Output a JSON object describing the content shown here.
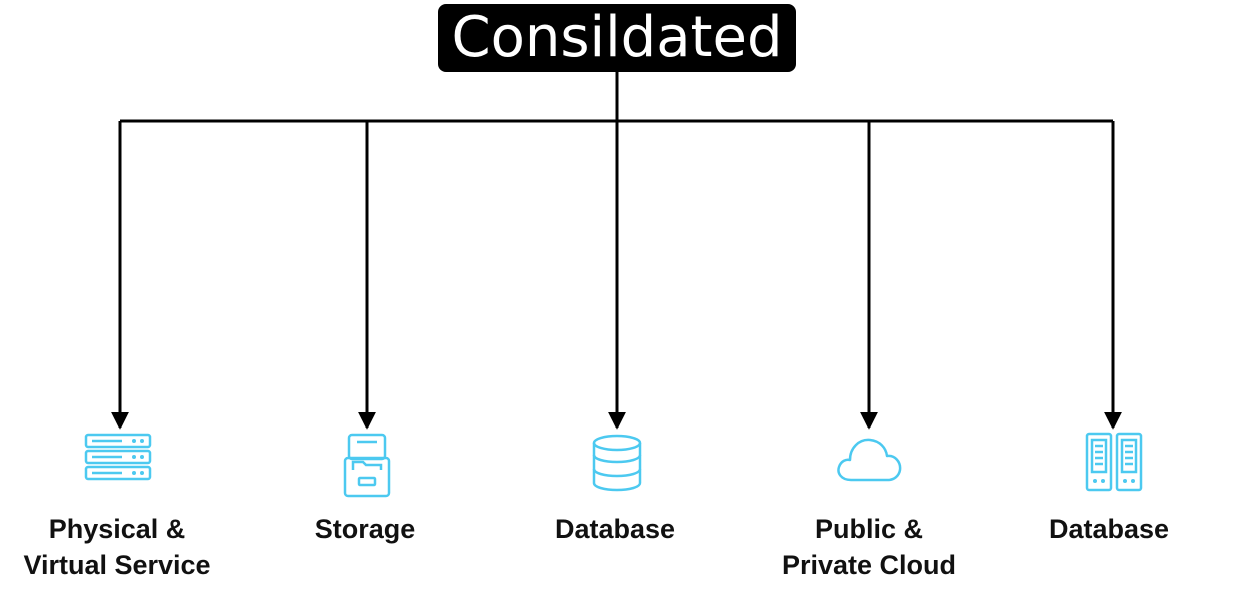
{
  "root": {
    "title": "Consildated"
  },
  "nodes": [
    {
      "icon": "server-rack-icon",
      "label_lines": [
        "Physical &",
        "Virtual Service"
      ]
    },
    {
      "icon": "storage-cabinet-icon",
      "label_lines": [
        "Storage"
      ]
    },
    {
      "icon": "database-icon",
      "label_lines": [
        "Database"
      ]
    },
    {
      "icon": "cloud-icon",
      "label_lines": [
        "Public &",
        "Private Cloud"
      ]
    },
    {
      "icon": "server-towers-icon",
      "label_lines": [
        "Database"
      ]
    }
  ],
  "colors": {
    "icon_stroke": "#4cc9f0",
    "connector": "#000000",
    "root_bg": "#000000",
    "root_text": "#ffffff"
  }
}
